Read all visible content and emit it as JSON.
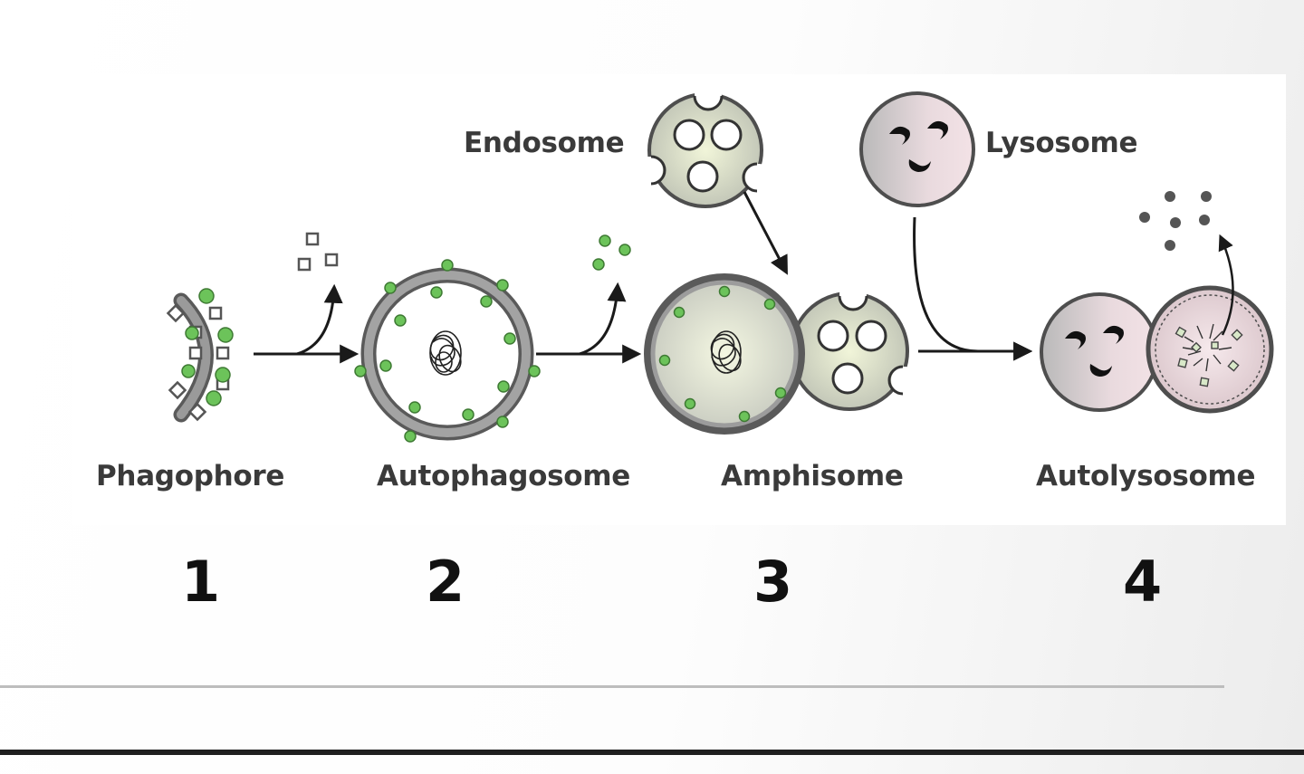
{
  "labels": {
    "phagophore": "Phagophore",
    "autophagosome": "Autophagosome",
    "amphisome": "Amphisome",
    "autolysosome": "Autolysosome",
    "endosome": "Endosome",
    "lysosome": "Lysosome"
  },
  "steps": [
    "1",
    "2",
    "3",
    "4"
  ],
  "colors": {
    "membrane": "#7d7d7d",
    "membrane_dark": "#5a5a5a",
    "lc3_green": "#6cc35a",
    "endosome_fill": "#e6ecd0",
    "lysosome_fill": "#f0dde2",
    "arrow": "#1a1a1a"
  }
}
